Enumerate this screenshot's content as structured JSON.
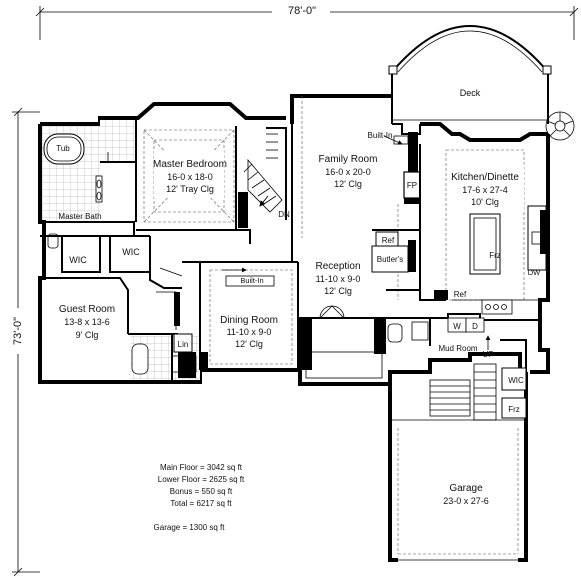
{
  "dimensions": {
    "width_label": "78'-0\"",
    "depth_label": "73'-0\""
  },
  "rooms": {
    "deck": {
      "name": "Deck"
    },
    "tub": {
      "name": "Tub"
    },
    "master_bedroom": {
      "name": "Master Bedroom",
      "size": "16-0 x 18-0",
      "ceiling": "12' Tray Clg"
    },
    "master_bath": {
      "name": "Master Bath"
    },
    "wic_master_left": {
      "name": "WIC"
    },
    "wic_master_right": {
      "name": "WIC"
    },
    "guest_room": {
      "name": "Guest Room",
      "size": "13-8 x 13-6",
      "ceiling": "9' Clg"
    },
    "lin": {
      "name": "Lin"
    },
    "family_room": {
      "name": "Family Room",
      "size": "16-0 x 20-0",
      "ceiling": "12' Clg"
    },
    "built_in_family": {
      "name": "Built-In"
    },
    "fp": {
      "name": "FP"
    },
    "dn": {
      "name": "DN"
    },
    "dining_room": {
      "name": "Dining Room",
      "size": "11-10 x 9-0",
      "ceiling": "12' Clg"
    },
    "built_in_dining": {
      "name": "Built-In"
    },
    "reception": {
      "name": "Reception",
      "size": "11-10 x 9-0",
      "ceiling": "12' Clg"
    },
    "butlers": {
      "name": "Butler's"
    },
    "ref_butler": {
      "name": "Ref"
    },
    "kitchen": {
      "name": "Kitchen/Dinette",
      "size": "17-6 x 27-4",
      "ceiling": "10' Clg"
    },
    "frz_kitchen": {
      "name": "Frz"
    },
    "dw": {
      "name": "DW"
    },
    "ref_kitchen": {
      "name": "Ref"
    },
    "washer": {
      "name": "W"
    },
    "dryer": {
      "name": "D"
    },
    "mud_room": {
      "name": "Mud Room"
    },
    "up": {
      "name": "UP"
    },
    "wic_mud": {
      "name": "WIC"
    },
    "frz_garage": {
      "name": "Frz"
    },
    "garage": {
      "name": "Garage",
      "size": "23-0 x 27-6"
    }
  },
  "areas": [
    "Main Floor = 3042 sq ft",
    "Lower Floor = 2625 sq ft",
    "Bonus = 550 sq ft",
    "Total = 6217 sq ft",
    "Garage = 1300 sq ft"
  ]
}
